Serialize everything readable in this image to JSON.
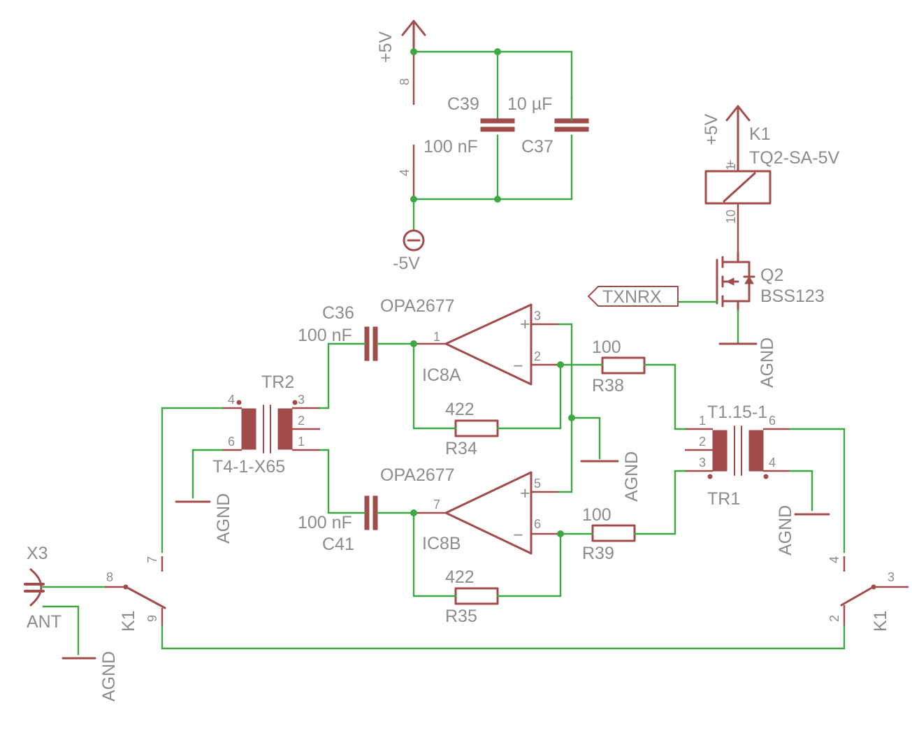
{
  "colors": {
    "wire": "#3da842",
    "symbol": "#a14b4b",
    "text": "#8c8c8c",
    "background": "#ffffff"
  },
  "power": {
    "vcc": "+5V",
    "vee": "-5V",
    "agnd": "AGND"
  },
  "net_label": "TXNRX",
  "components": {
    "c39": {
      "name": "C39",
      "value": "100 nF"
    },
    "c37": {
      "name": "C37",
      "value": "10 µF"
    },
    "c36": {
      "name": "C36",
      "value": "100 nF"
    },
    "c41": {
      "name": "C41",
      "value": "100 nF"
    },
    "ic8a": {
      "name": "IC8A",
      "part": "OPA2677"
    },
    "ic8b": {
      "name": "IC8B",
      "part": "OPA2677"
    },
    "r34": {
      "name": "R34",
      "value": "422"
    },
    "r35": {
      "name": "R35",
      "value": "422"
    },
    "r38": {
      "name": "R38",
      "value": "100"
    },
    "r39": {
      "name": "R39",
      "value": "100"
    },
    "tr1": {
      "name": "TR1",
      "part": "T1.15-1"
    },
    "tr2": {
      "name": "TR2",
      "part": "T4-1-X65"
    },
    "k1": {
      "name": "K1",
      "part": "TQ2-SA-5V"
    },
    "q2": {
      "name": "Q2",
      "part": "BSS123"
    },
    "x3": {
      "name": "X3",
      "value": "ANT"
    }
  },
  "pins": {
    "p1": "1",
    "p2": "2",
    "p3": "3",
    "p4": "4",
    "p5": "5",
    "p6": "6",
    "p7": "7",
    "p8": "8",
    "p9": "9",
    "p10": "10",
    "plus": "+",
    "minus": "−"
  }
}
